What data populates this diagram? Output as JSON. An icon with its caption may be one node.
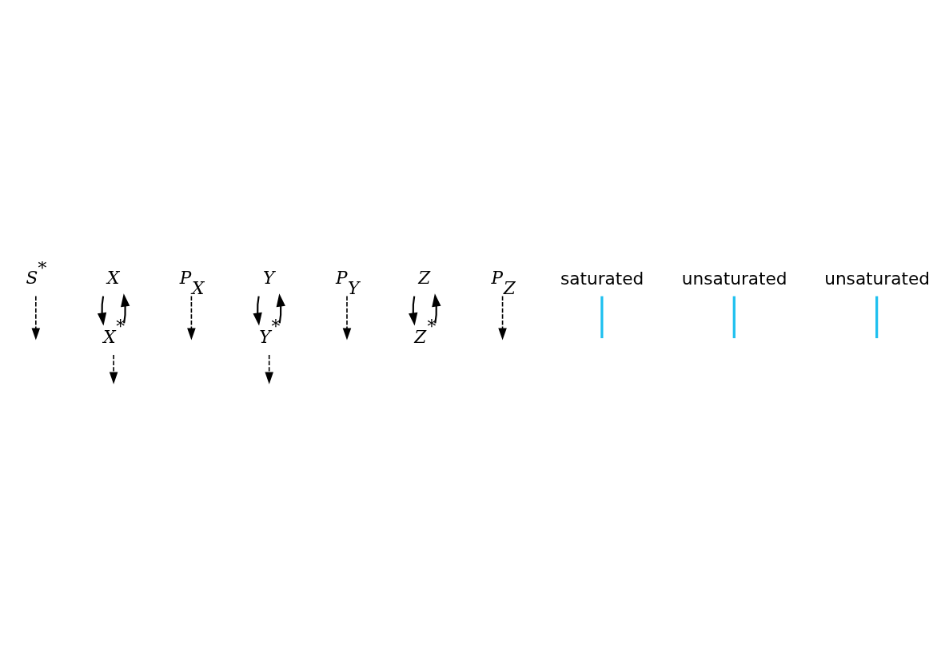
{
  "diagram": {
    "nodes": [
      {
        "text": [
          "S$^{*}$"
        ]
      },
      {
        "text": [
          "X"
        ]
      },
      {
        "text": [
          "X$^{*}$"
        ]
      },
      {
        "text": [
          "P$_{X}$"
        ]
      },
      {
        "text": [
          "Y"
        ]
      },
      {
        "text": [
          "Y$^{*}$"
        ]
      },
      {
        "text": [
          "P$_{Y}$"
        ]
      },
      {
        "text": [
          "Z"
        ]
      },
      {
        "text": [
          "Z$^{*}$"
        ]
      },
      {
        "text": [
          "P$_{Z}$"
        ]
      },
      {
        "text": [
          "saturated"
        ]
      },
      {
        "text": [
          "unsaturated"
        ]
      },
      {
        "text": [
          "unsaturated"
        ]
      }
    ],
    "edges": [
      {
        "from": 1,
        "to": 2,
        "arrow": "to"
      },
      {
        "from": 2,
        "to": 1,
        "arrow": "to"
      },
      {
        "from": 0,
        "to": null,
        "arrow": "to",
        "style": "dashed"
      },
      {
        "from": 3,
        "to": null,
        "arrow": "to",
        "style": "dashed"
      },
      {
        "from": 2,
        "to": null,
        "arrow": "to",
        "style": "dashed"
      },
      {
        "from": 4,
        "to": 5,
        "arrow": "to"
      },
      {
        "from": 5,
        "to": 4,
        "arrow": "to"
      },
      {
        "from": 6,
        "to": null,
        "arrow": "to",
        "style": "dashed"
      },
      {
        "from": 5,
        "to": null,
        "arrow": "to",
        "style": "dashed"
      },
      {
        "from": 7,
        "to": 8,
        "arrow": "to"
      },
      {
        "from": 8,
        "to": 7,
        "arrow": "to"
      },
      {
        "from": 9,
        "to": null,
        "arrow": "to",
        "style": "dashed"
      },
      {
        "from": 10,
        "to": null,
        "arrow": "none",
        "color": "#1ec0ef"
      },
      {
        "from": 11,
        "to": null,
        "arrow": "none",
        "color": "#1ec0ef"
      },
      {
        "from": 12,
        "to": null,
        "arrow": "none",
        "color": "#1ec0ef"
      }
    ]
  }
}
